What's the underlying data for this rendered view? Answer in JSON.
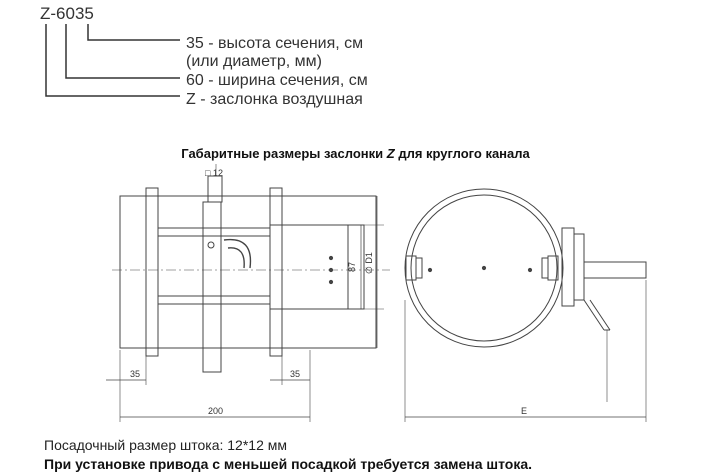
{
  "code": {
    "model": "Z-6035",
    "lines": [
      "35 - высота сечения, см",
      "(или диаметр, мм)",
      "60 - ширина сечения, см",
      "Z - заслонка воздушная"
    ]
  },
  "section_title": {
    "prefix": "Габаритные размеры заслонки ",
    "italic": "Z",
    "suffix": " для круглого канала"
  },
  "drawing": {
    "shaft_label": "□ 12",
    "height_label": "87",
    "diameter_label": "∅ D1",
    "left_offset_label": "35",
    "right_offset_label": "35",
    "length_label": "200",
    "side_label": "E"
  },
  "notes": {
    "shaft_size": "Посадочный размер штока: 12*12 мм",
    "warning": "При установке привода с меньшей посадкой требуется замена штока."
  }
}
